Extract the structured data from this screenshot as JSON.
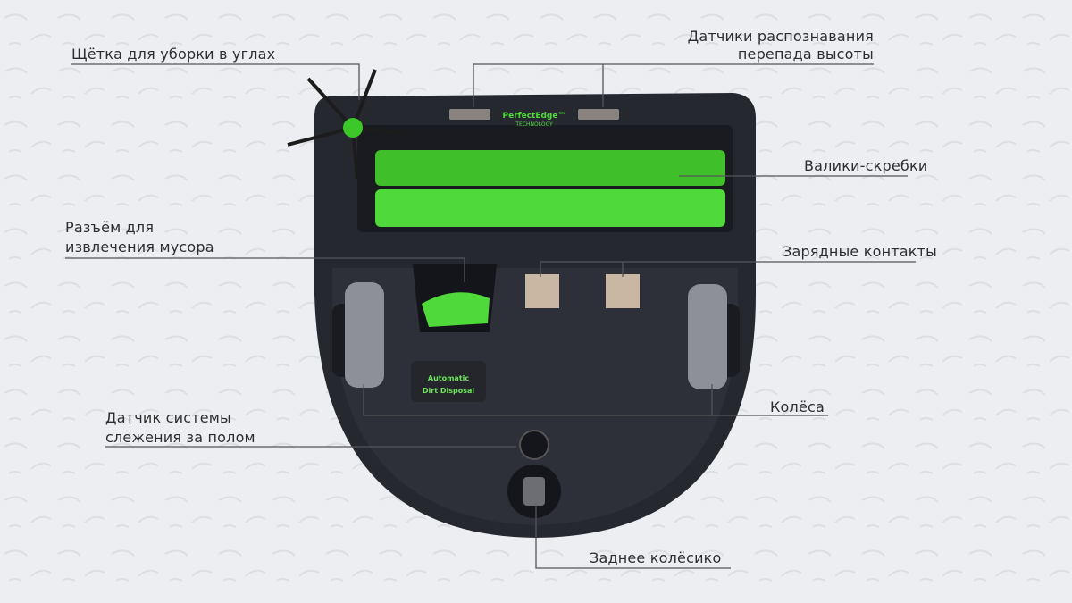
{
  "labels": {
    "side_brush": "Щётка для уборки в углах",
    "cliff_sensors_1": "Датчики распознавания",
    "cliff_sensors_2": "перепада высоты",
    "rollers": "Валики-скребки",
    "dirt_port_1": "Разъём для",
    "dirt_port_2": "извлечения мусора",
    "charge_contacts": "Зарядные контакты",
    "wheels": "Колёса",
    "floor_sensor_1": "Датчик системы",
    "floor_sensor_2": "слежения за полом",
    "rear_wheel": "Заднее колёсико"
  },
  "robot": {
    "brand_line1": "PerfectEdge™",
    "brand_line2": "TECHNOLOGY",
    "dock_line1": "Automatic",
    "dock_line2": "Dirt Disposal"
  },
  "colors": {
    "accent_green": "#4fd93a",
    "body": "#25272e",
    "text": "#2e2e30"
  }
}
